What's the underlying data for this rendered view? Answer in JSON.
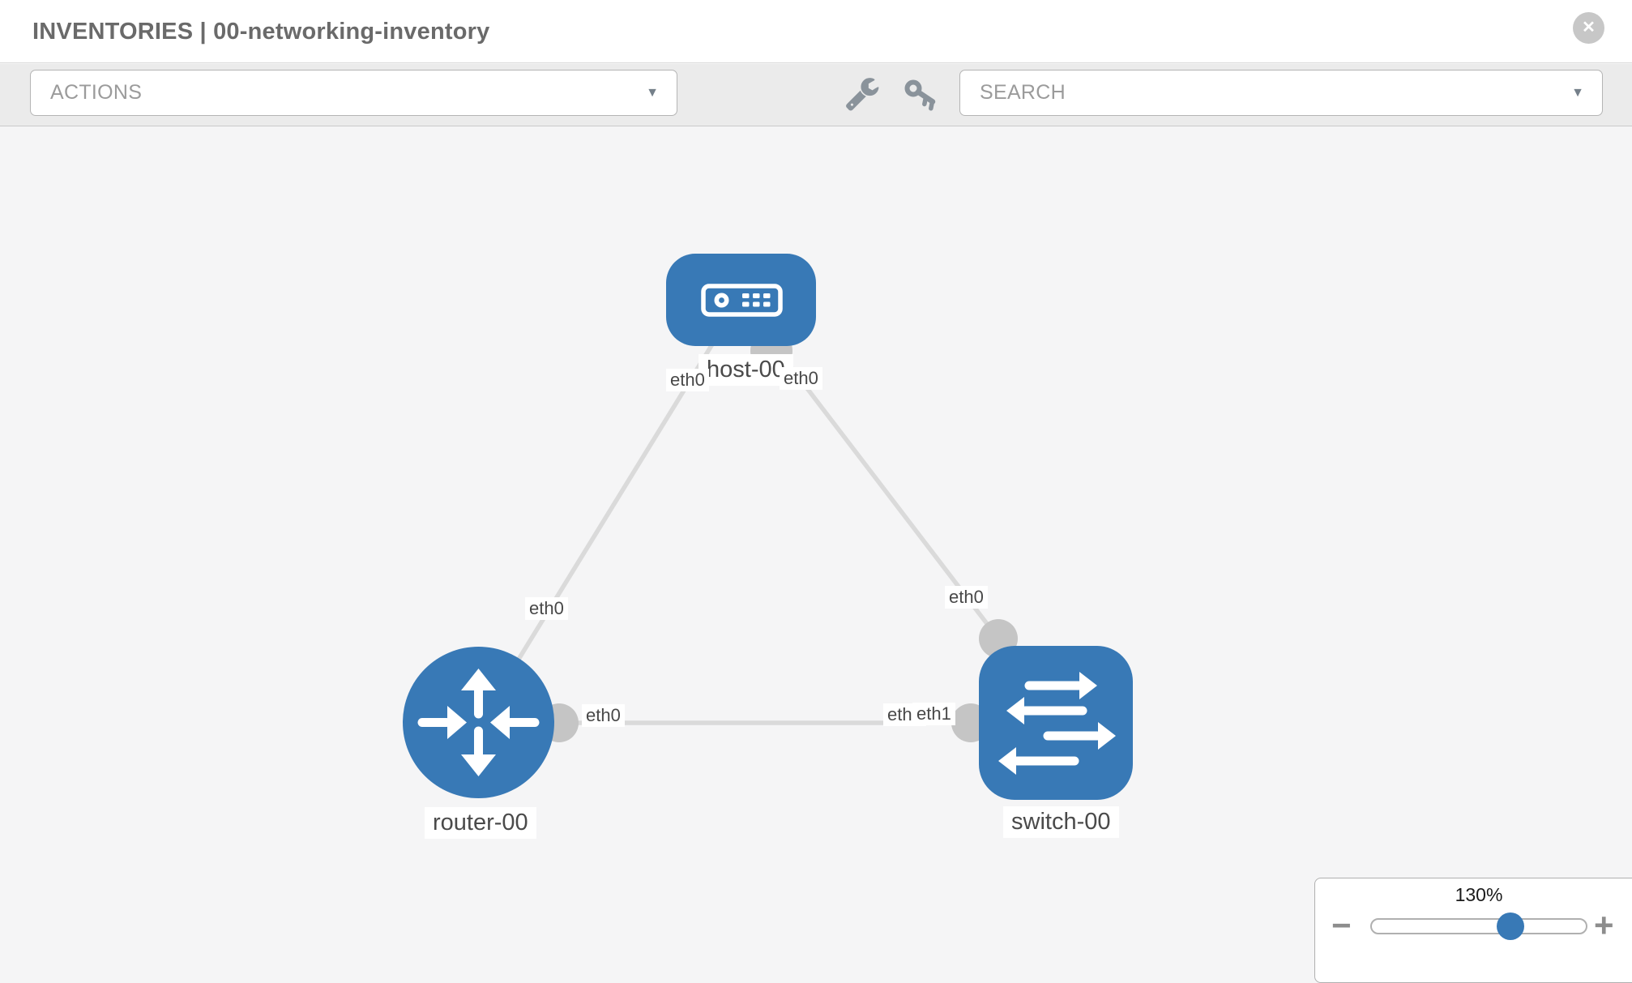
{
  "header": {
    "title": "INVENTORIES | 00-networking-inventory",
    "close_icon": "close-circle-icon",
    "close_glyph": "✕"
  },
  "toolbar": {
    "actions_label": "ACTIONS",
    "search_placeholder": "SEARCH",
    "caret_glyph": "▼",
    "icons": [
      "wrench-icon",
      "key-icon"
    ]
  },
  "topology": {
    "nodes": [
      {
        "id": "host-00",
        "type": "host",
        "label": "host-00",
        "icon": "host-device-icon"
      },
      {
        "id": "router-00",
        "type": "router",
        "label": "router-00",
        "icon": "router-arrows-icon"
      },
      {
        "id": "switch-00",
        "type": "switch",
        "label": "switch-00",
        "icon": "switch-arrows-icon"
      }
    ],
    "links": [
      {
        "source": "host-00",
        "target": "router-00",
        "source_interface": "eth0",
        "target_interface": "eth0"
      },
      {
        "source": "host-00",
        "target": "switch-00",
        "source_interface": "eth0",
        "target_interface": "eth0"
      },
      {
        "source": "router-00",
        "target": "switch-00",
        "source_interface": "eth0",
        "target_interface": "eth1"
      }
    ]
  },
  "zoom_control": {
    "level": "130%",
    "zoom_out_glyph": "−",
    "zoom_in_glyph": "+"
  },
  "colors": {
    "node_blue": "#3879b6",
    "link_gray": "#dadada",
    "interface_gray": "#c5c5c5",
    "toolbar_bg": "#ebebeb",
    "canvas_bg": "#f5f5f6",
    "label_text": "#4a4a4a"
  }
}
